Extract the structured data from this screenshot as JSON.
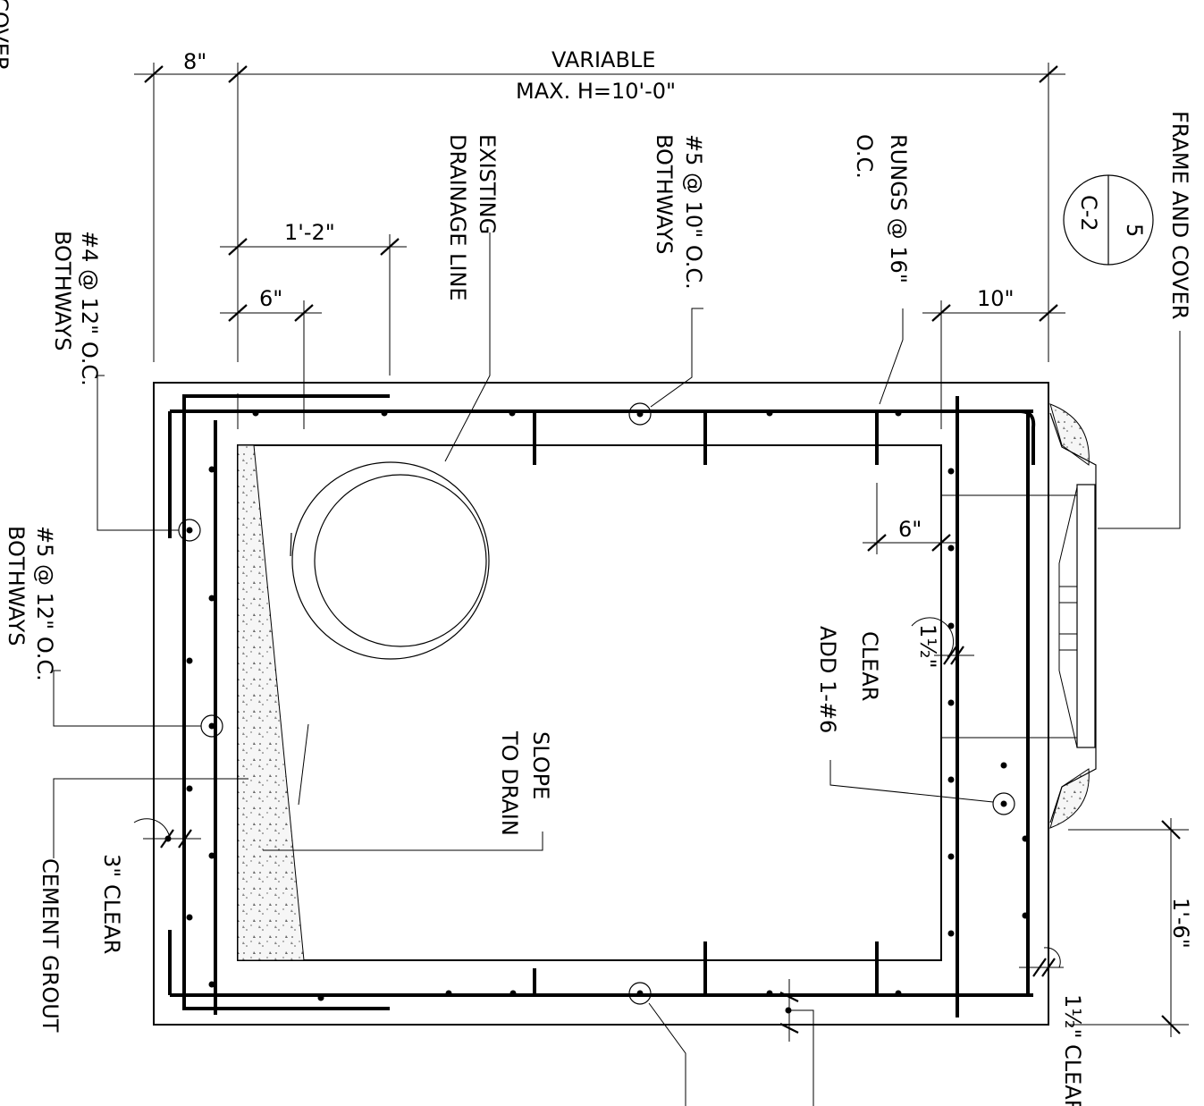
{
  "colors": {
    "line": "#000000",
    "background": "#ffffff",
    "grout_fill": "#f2f2f2"
  },
  "dimensions": {
    "top_left": "8\"",
    "variable": "VARIABLE",
    "max_height": "MAX. H=10'-0\"",
    "one_two": "1'-2\"",
    "six_top": "6\"",
    "ten": "10\"",
    "six_right": "6\"",
    "one_six": "1'-6\"",
    "clear_1_5_bottom_a": "1½\"",
    "clear_1_5_bottom_b": "CLEAR",
    "clear_1_5_mid": "1½\"",
    "clear_mid": "CLEAR",
    "clear_3": "3\" CLEAR"
  },
  "labels": {
    "frame_and_cover": "FRAME AND COVER",
    "frame_cover_cut": "D COVER",
    "detail_number": "5",
    "detail_sheet": "C-2",
    "rungs_1": "RUNGS @ 16\"",
    "rungs_2": "O.C.",
    "bar5_10_1": "#5 @ 10\" O.C.",
    "bar5_10_2": "BOTHWAYS",
    "drain_1": "EXISTING",
    "drain_2": "DRAINAGE LINE",
    "bar4_12_1": "#4 @ 12\" O.C.",
    "bar4_12_2": "BOTHWAYS",
    "bar5_12_1": "#5 @ 12\" O.C.",
    "bar5_12_2": "BOTHWAYS",
    "slope_1": "SLOPE",
    "slope_2": "TO DRAIN",
    "add_bar": "ADD 1-#6",
    "cement_grout": "CEMENT GROUT"
  }
}
